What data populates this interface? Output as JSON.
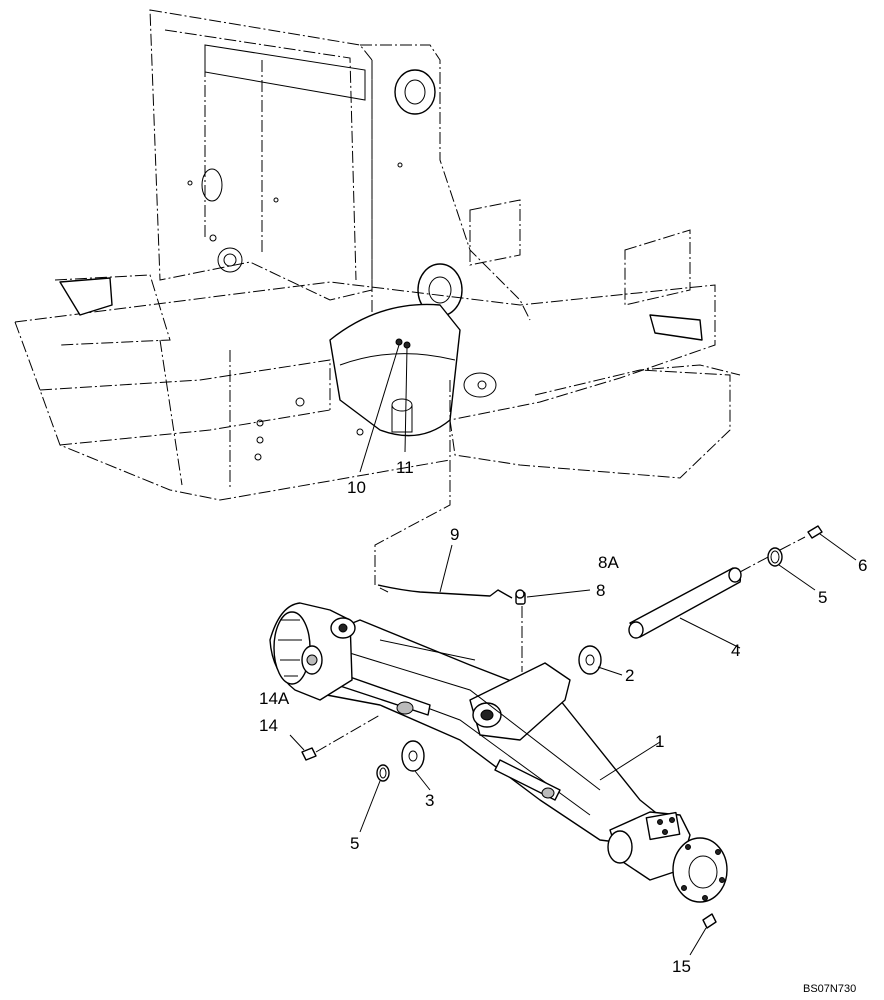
{
  "diagram": {
    "reference_code": "BS07N730",
    "callouts": [
      {
        "id": "c1",
        "label": "1"
      },
      {
        "id": "c2",
        "label": "2"
      },
      {
        "id": "c3",
        "label": "3"
      },
      {
        "id": "c4",
        "label": "4"
      },
      {
        "id": "c5a",
        "label": "5"
      },
      {
        "id": "c5b",
        "label": "5"
      },
      {
        "id": "c6",
        "label": "6"
      },
      {
        "id": "c8",
        "label": "8"
      },
      {
        "id": "c8a",
        "label": "8A"
      },
      {
        "id": "c9",
        "label": "9"
      },
      {
        "id": "c10",
        "label": "10"
      },
      {
        "id": "c11",
        "label": "11"
      },
      {
        "id": "c14",
        "label": "14"
      },
      {
        "id": "c14a",
        "label": "14A"
      },
      {
        "id": "c15",
        "label": "15"
      }
    ]
  }
}
